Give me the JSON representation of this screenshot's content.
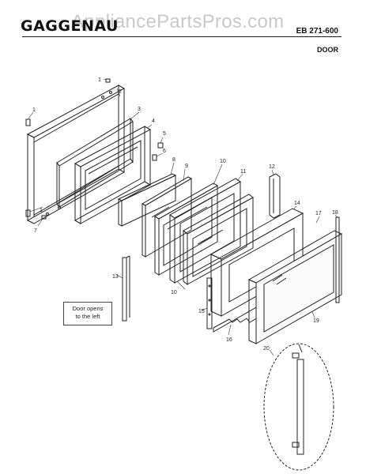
{
  "header": {
    "brand": "GAGGENAU",
    "watermark": "AppliancePartsPros.com",
    "model": "EB 271-600",
    "section": "DOOR"
  },
  "note": {
    "line1": "Door opens",
    "line2": "to the left"
  },
  "callouts": [
    "1",
    "1",
    "1",
    "2",
    "3",
    "4",
    "5",
    "6",
    "7",
    "8",
    "9",
    "10",
    "10",
    "11",
    "12",
    "13",
    "14",
    "15",
    "16",
    "17",
    "18",
    "19",
    "20"
  ]
}
